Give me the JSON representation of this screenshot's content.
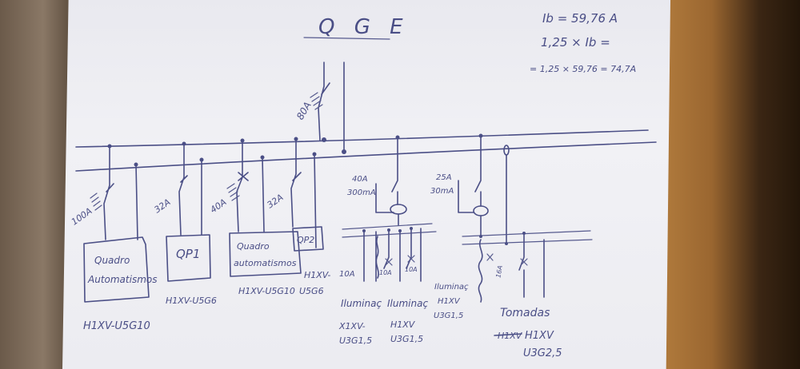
{
  "title": "Q G E",
  "calc": {
    "line1": "Ib = 59,76 A",
    "line2": "1,25 × Ib =",
    "line3": "= 1,25 × 59,76 = 74,7A"
  },
  "main_breaker": "80A",
  "feeders": [
    {
      "rating": "100A",
      "box": "Quadro Automatismos",
      "cable": "H1XV-U5G10"
    },
    {
      "rating": "32A",
      "box": "QP1",
      "cable": "H1XV-U5G6"
    },
    {
      "rating": "40A",
      "box": "Quadro automatismos",
      "cable": "H1XV-U5G10"
    },
    {
      "rating": "32A",
      "box": "QP2",
      "cable_line1": "H1XV-",
      "cable_line2": "U5G6"
    }
  ],
  "rcd1": {
    "rating": "40A",
    "sensitivity": "300mA"
  },
  "rcd2": {
    "rating": "25A",
    "sensitivity": "30mA"
  },
  "lighting": {
    "circuit_rating": "10A",
    "label1": "Iluminaç",
    "label2": "Iluminaç",
    "label3": "Iluminaç",
    "small_ratings": [
      "10A",
      "10A"
    ],
    "cable1_line1": "X1XV-",
    "cable1_line2": "U3G1,5",
    "cable2_line1": "H1XV",
    "cable2_line2": "U3G1,5",
    "cable3_line1": "H1XV",
    "cable3_line2": "U3G1,5"
  },
  "sockets": {
    "label": "Tomadas",
    "struck": "H1XV",
    "cable_line1": "H1XV",
    "cable_line2": "U3G2,5",
    "rating": "16A"
  }
}
